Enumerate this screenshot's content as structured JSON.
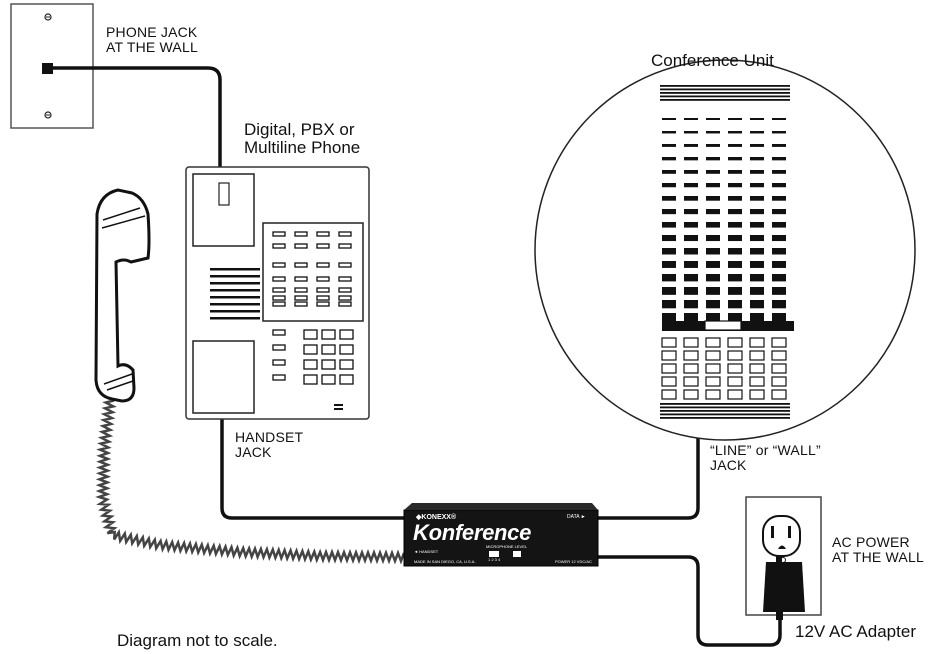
{
  "labels": {
    "phone_jack": [
      "PHONE JACK",
      "AT THE WALL"
    ],
    "phone": [
      "Digital, PBX or",
      "Multiline Phone"
    ],
    "conference_unit": "Conference Unit",
    "handset_jack": [
      "HANDSET",
      "JACK"
    ],
    "line_jack": [
      "“LINE” or “WALL”",
      "JACK"
    ],
    "ac_power": [
      "AC POWER",
      "AT THE WALL"
    ],
    "adapter": "12V AC Adapter",
    "note": "Diagram not to scale."
  },
  "device": {
    "brand": "◆KONEXX®",
    "name": "Konference",
    "data_label": "DATA ►",
    "handset_port": "◄ HANDSET",
    "dip_label": "MICROPHONE LEVEL",
    "dip_numbers": "1  2  3  4",
    "made_in": "MADE IN SAN DIEGO, CA, U.S.A.",
    "power_port": "POWER 12 VDC/AC"
  }
}
